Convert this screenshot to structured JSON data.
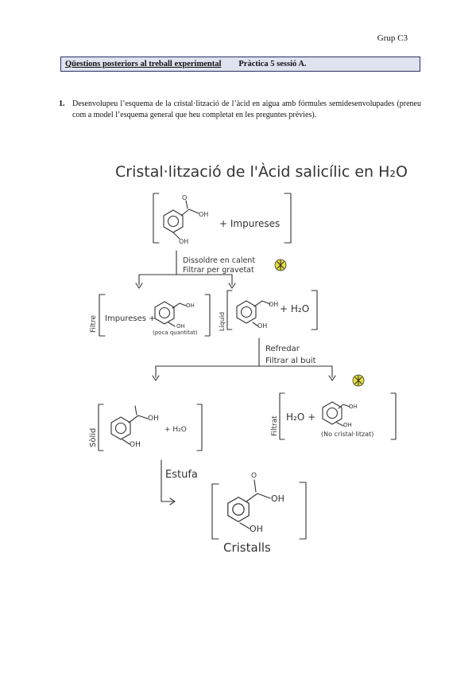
{
  "header": {
    "group": "Grup C3",
    "banner_left": "Qüestions posteriors al treball experimental",
    "banner_right": "Pràctica 5 sessió A."
  },
  "question": {
    "number": "1.",
    "text": "Desenvolupeu l’esquema de la cristal·lització de l’àcid en aigua amb fórmules semidesenvolupades (preneu com a model l’esquema general que heu completat en les preguntes prèvies)."
  },
  "scheme": {
    "title": "Cristal·lització de l'Àcid salicílic en H₂O",
    "oh": "OH",
    "o": "O",
    "plus": "+",
    "start_impurities": "+ Impureses",
    "step1_a": "Dissoldre en calent",
    "step1_b": "Filtrar per gravetat",
    "filter_label": "Filtre",
    "filter_impurities": "Impureses +",
    "little_amount": "(poca quantitat)",
    "liquid_label": "Líquid",
    "h2o_plus": "+ H₂O",
    "step2_a": "Refredar",
    "step2_b": "Filtrar al buit",
    "solid_label": "Sòlid",
    "filtrate_label": "Filtrat",
    "filtrate_h2o": "H₂O +",
    "not_crystallized": "(No cristal·litzat)",
    "step3": "Estufa",
    "crystals": "Cristalls"
  },
  "colors": {
    "banner_bg": "#dfe3ef",
    "banner_border": "#2b2f63",
    "hazard_yellow": "#e8e03a"
  }
}
